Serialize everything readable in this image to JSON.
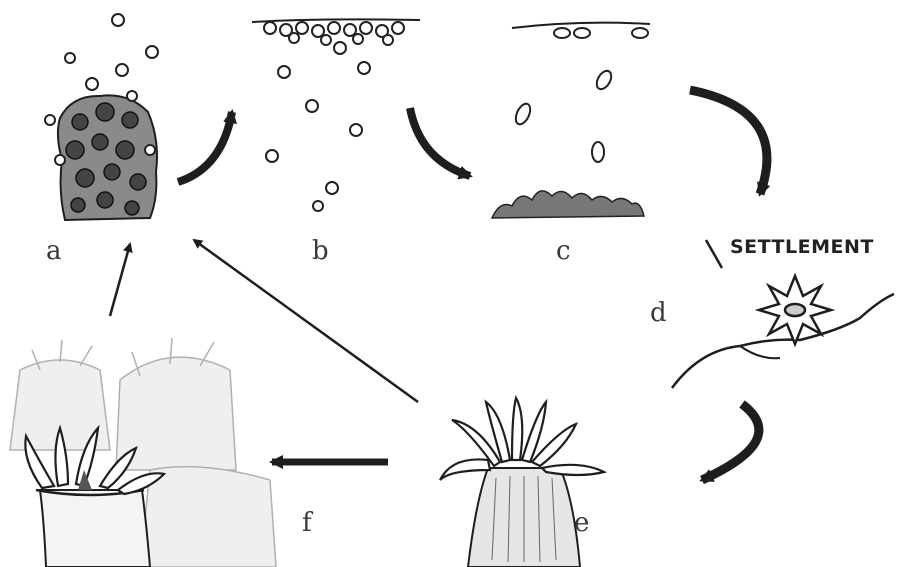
{
  "stages": {
    "a": "a",
    "b": "b",
    "c": "c",
    "d": "d",
    "e": "e",
    "f": "f"
  },
  "settlement_label": "SETTLEMENT",
  "colors": {
    "ink": "#1e1e1e",
    "shade": "#555555",
    "faint": "#b0b0b0"
  }
}
